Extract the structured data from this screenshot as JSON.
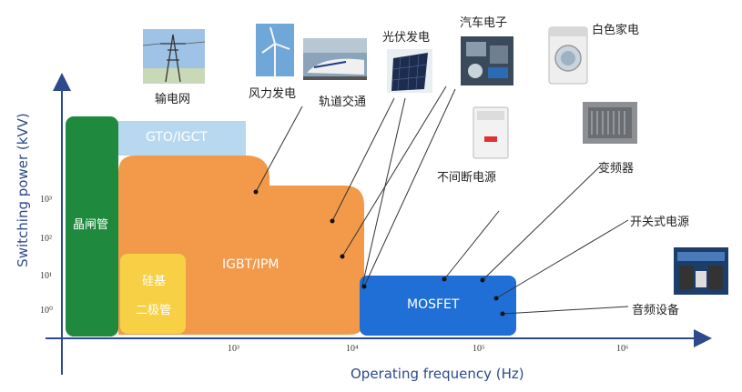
{
  "axes": {
    "x_title": "Operating frequency (Hz)",
    "y_title": "Switching power (kVV)",
    "x_ticks": [
      "10³",
      "10⁴",
      "10⁵",
      "10⁶"
    ],
    "y_ticks": [
      "10³",
      "10²",
      "10¹",
      "10⁰"
    ]
  },
  "devices": {
    "thyristor": "晶闸管",
    "gto": "GTO/IGCT",
    "igbt": "IGBT/IPM",
    "diode_line1": "硅基",
    "diode_line2": "二极管",
    "mosfet": "MOSFET"
  },
  "applications": {
    "grid": "输电网",
    "wind": "风力发电",
    "rail": "轨道交通",
    "solar": "光伏发电",
    "auto": "汽车电子",
    "appliance": "白色家电",
    "ups": "不间断电源",
    "inverter": "变频器",
    "smps": "开关式电源",
    "audio": "音频设备"
  },
  "colors": {
    "thyristor": "#1f8a3d",
    "gto": "#b8d8f0",
    "igbt": "#f2994a",
    "diode": "#f7d046",
    "mosfet": "#1f6fd6",
    "axis": "#2c4a8c"
  }
}
